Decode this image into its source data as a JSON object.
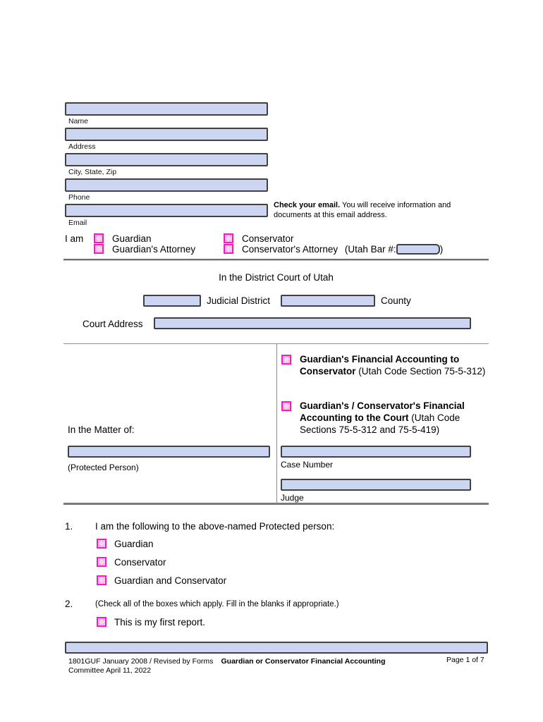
{
  "form": {
    "contact_fields": [
      {
        "label": "Name"
      },
      {
        "label": "Address"
      },
      {
        "label": "City, State, Zip"
      },
      {
        "label": "Phone"
      },
      {
        "label": "Email"
      }
    ],
    "email_notice": {
      "bold": "Check your email.",
      "rest": " You will receive information and documents at this email address."
    },
    "i_am": {
      "label": "I am",
      "options": [
        "Guardian",
        "Guardian's Attorney",
        "Conservator",
        "Conservator's Attorney"
      ],
      "bar_label": "(Utah Bar #:",
      "bar_suffix": ")"
    },
    "court": {
      "title": "In the District Court of Utah",
      "judicial_district_label": "Judicial District",
      "county_label": "County",
      "court_address_label": "Court Address"
    },
    "caption": {
      "matter_label": "In the Matter of:",
      "protected_person_label": "(Protected Person)",
      "case_options": [
        {
          "bold": "Guardian's Financial Accounting to Conservator",
          "normal": " (Utah Code Section 75-5-312)"
        },
        {
          "bold": "Guardian's / Conservator's Financial Accounting to the Court",
          "normal": " (Utah Code Sections 75-5-312 and 75-5-419)"
        }
      ],
      "case_number_label": "Case Number",
      "judge_label": "Judge"
    },
    "section1": {
      "number": "1.",
      "text": "I am the following to the above-named Protected person:",
      "options": [
        "Guardian",
        "Conservator",
        "Guardian and Conservator"
      ]
    },
    "section2": {
      "number": "2.",
      "text": "(Check all of the boxes which apply.  Fill in the blanks if appropriate.)",
      "options": [
        "This is my first report."
      ]
    },
    "footer": {
      "left_line1": "1801GUF January 2008 / Revised by Forms",
      "left_line2": "Committee April 11, 2022",
      "center": "Guardian or Conservator Financial Accounting",
      "right": "Page 1 of 7"
    },
    "colors": {
      "input_fill": "#ccd6f3",
      "input_border": "#414141",
      "checkbox_fill": "#ffd3ec",
      "checkbox_border": "#f716c8"
    }
  }
}
